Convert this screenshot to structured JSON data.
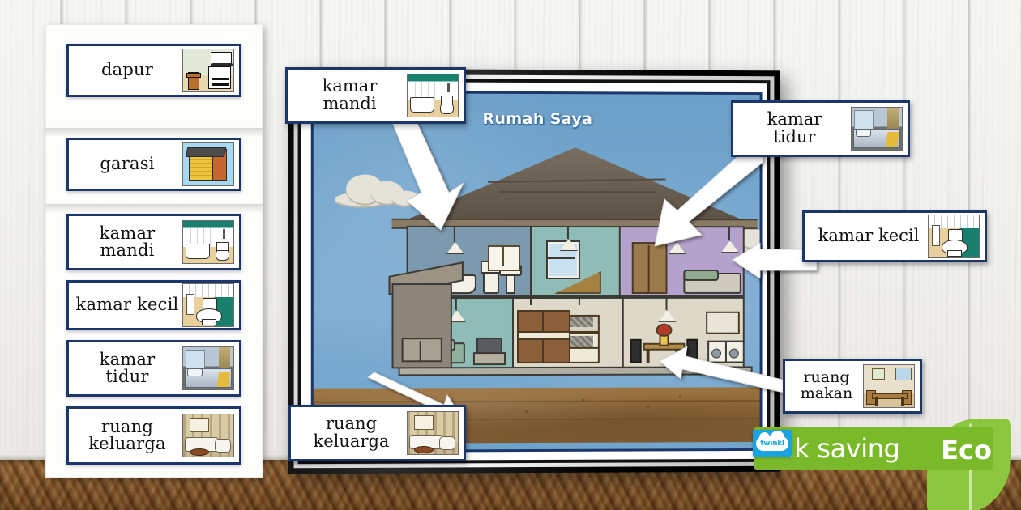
{
  "poster": {
    "title": "Rumah Saya",
    "frame_color": "#111111",
    "border_color": "#1b3668",
    "sky_color": "#6ea0c8"
  },
  "word_cards": {
    "panel_name": "word-card-sheet",
    "items": [
      {
        "label": "dapur",
        "lines": [
          "dapur"
        ],
        "icon": "kitchen-thumbnail"
      },
      {
        "label": "garasi",
        "lines": [
          "garasi"
        ],
        "icon": "garage-thumbnail"
      },
      {
        "label": "kamar mandi",
        "lines": [
          "kamar",
          "mandi"
        ],
        "icon": "bathroom-thumbnail"
      },
      {
        "label": "kamar kecil",
        "lines": [
          "kamar kecil"
        ],
        "icon": "toilet-thumbnail"
      },
      {
        "label": "kamar tidur",
        "lines": [
          "kamar",
          "tidur"
        ],
        "icon": "bedroom-thumbnail"
      },
      {
        "label": "ruang keluarga",
        "lines": [
          "ruang",
          "keluarga"
        ],
        "icon": "livingroom-thumbnail"
      }
    ]
  },
  "callouts": [
    {
      "label": "kamar mandi",
      "lines": [
        "kamar",
        "mandi"
      ],
      "icon": "bathroom-thumbnail"
    },
    {
      "label": "kamar tidur",
      "lines": [
        "kamar",
        "tidur"
      ],
      "icon": "bedroom-thumbnail"
    },
    {
      "label": "kamar kecil",
      "lines": [
        "kamar kecil"
      ],
      "icon": "toilet-thumbnail"
    },
    {
      "label": "ruang makan",
      "lines": [
        "ruang",
        "makan"
      ],
      "icon": "dining-thumbnail"
    },
    {
      "label": "ruang keluarga",
      "lines": [
        "ruang",
        "keluarga"
      ],
      "icon": "livingroom-thumbnail"
    }
  ],
  "branding": {
    "twinkl_label": "twinkl",
    "eco_ink_label": "ink saving",
    "eco_label": "Eco",
    "eco_green": "#7ab929",
    "leaf_green": "#8cc63f",
    "twinkl_blue": "#1ba3e0"
  }
}
